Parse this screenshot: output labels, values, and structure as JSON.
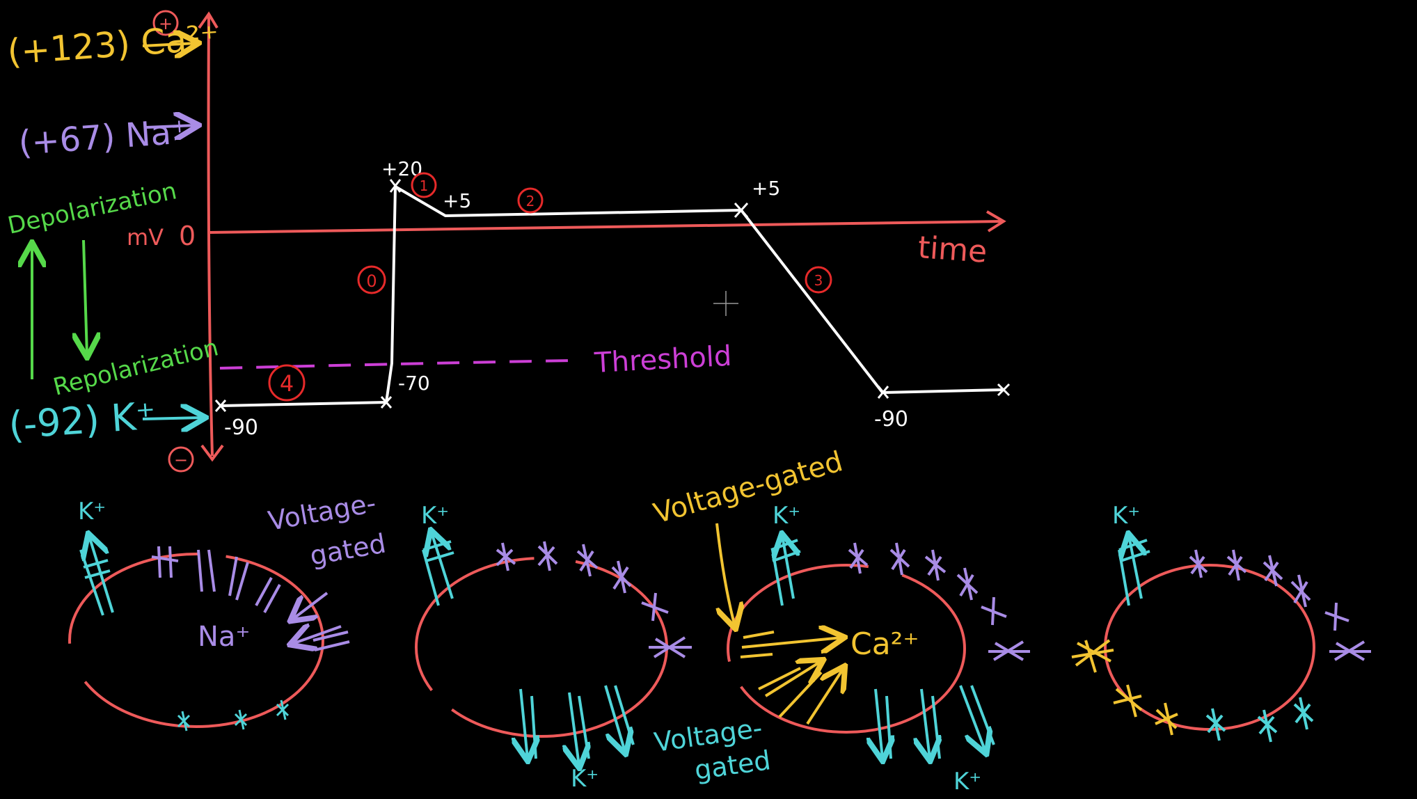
{
  "colors": {
    "background": "#000000",
    "axis": "#ee5a5a",
    "trace": "#ffffff",
    "calcium": "#f2c431",
    "sodium": "#a98ce6",
    "potassium": "#4fd4d8",
    "arrow_green": "#56d94a",
    "threshold": "#cc3fd6",
    "phase_circle": "#e62a2a"
  },
  "axis": {
    "plus_sign": "+",
    "minus_sign": "−",
    "ca_label": "(+123) Ca²⁺",
    "na_label": "(+67) Na⁺",
    "k_label": "(-92) K⁺",
    "mv_label": "mV",
    "zero_label": "0",
    "time_label": "time",
    "depolarization": "Depolarization",
    "repolarization": "Repolarization"
  },
  "trace_labels": {
    "peak": "+20",
    "plateau_start": "+5",
    "plateau_end": "+5",
    "threshold_value": "-70",
    "rest_left": "-90",
    "rest_right": "-90",
    "threshold_label": "Threshold"
  },
  "phases": {
    "p0": "0",
    "p1": "1",
    "p2": "2",
    "p3": "3",
    "p4": "4"
  },
  "cells": {
    "cell1": {
      "k_top": "K⁺",
      "voltage_gated": "Voltage-",
      "gated": "gated",
      "na": "Na⁺"
    },
    "cell2": {
      "k_top": "K⁺",
      "voltage_gated": "Voltage-",
      "gated": "gated",
      "k_bottom": "K⁺"
    },
    "cell3": {
      "voltage_gated_top": "Voltage-gated",
      "k_top": "K⁺",
      "ca": "Ca²⁺",
      "k_bottom": "K⁺"
    },
    "cell4": {
      "k_top": "K⁺"
    }
  }
}
